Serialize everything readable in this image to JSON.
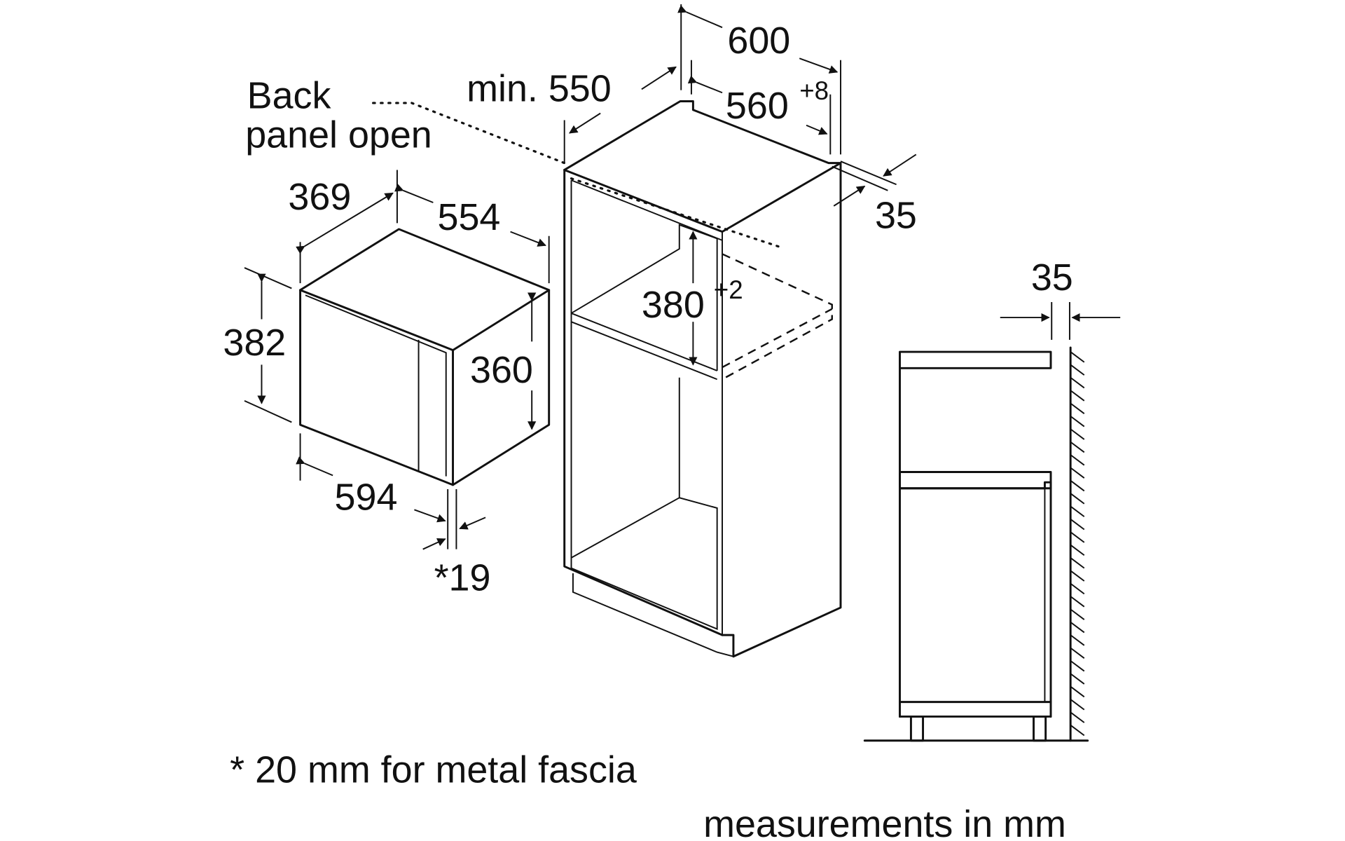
{
  "labels": {
    "back_panel_line1": "Back",
    "back_panel_line2": "panel open",
    "niche_width": "600",
    "niche_min_depth": "min. 550",
    "niche_inner_width": "560",
    "niche_inner_width_tol": "+8",
    "side_thickness": "35",
    "niche_height": "380",
    "niche_height_tol": "+2",
    "appliance_depth": "369",
    "appliance_width_top": "554",
    "appliance_height": "382",
    "appliance_body_height": "360",
    "appliance_width_front": "594",
    "fascia_thickness": "*19",
    "side_view_gap": "35",
    "footnote": "* 20 mm for metal fascia",
    "units_note": "measurements in mm"
  }
}
